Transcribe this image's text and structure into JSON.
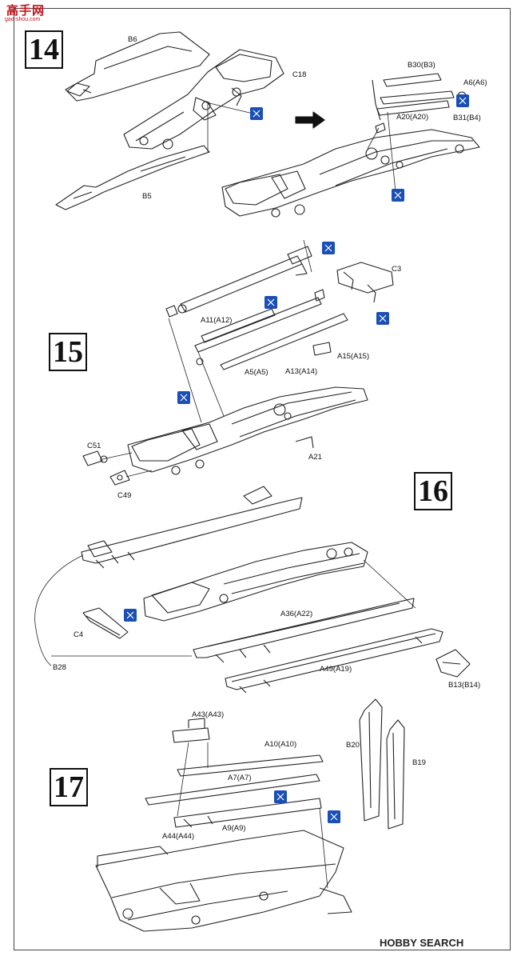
{
  "watermark": {
    "main": "高手网",
    "sub": "gao-shou.com"
  },
  "footer": {
    "brand": "HOBBY SEARCH"
  },
  "steps": [
    {
      "number": "14",
      "labels": {
        "b6": "B6",
        "c18": "C18",
        "b5": "B5",
        "b30": "B30(B3)",
        "a6": "A6(A6)",
        "a20": "A20(A20)",
        "b31": "B31(B4)"
      }
    },
    {
      "number": "15",
      "labels": {
        "c3": "C3",
        "a11": "A11(A12)",
        "a15": "A15(A15)",
        "a5": "A5(A5)",
        "a13": "A13(A14)",
        "c51": "C51",
        "a21": "A21",
        "c49": "C49"
      }
    },
    {
      "number": "16",
      "labels": {
        "c4": "C4",
        "a36": "A36(A22)",
        "a49": "A49(A19)",
        "b28": "B28",
        "b13": "B13(B14)"
      }
    },
    {
      "number": "17",
      "labels": {
        "a43": "A43(A43)",
        "a10": "A10(A10)",
        "b20": "B20",
        "b19": "B19",
        "a7": "A7(A7)",
        "a44": "A44(A44)",
        "a9": "A9(A9)"
      }
    }
  ]
}
